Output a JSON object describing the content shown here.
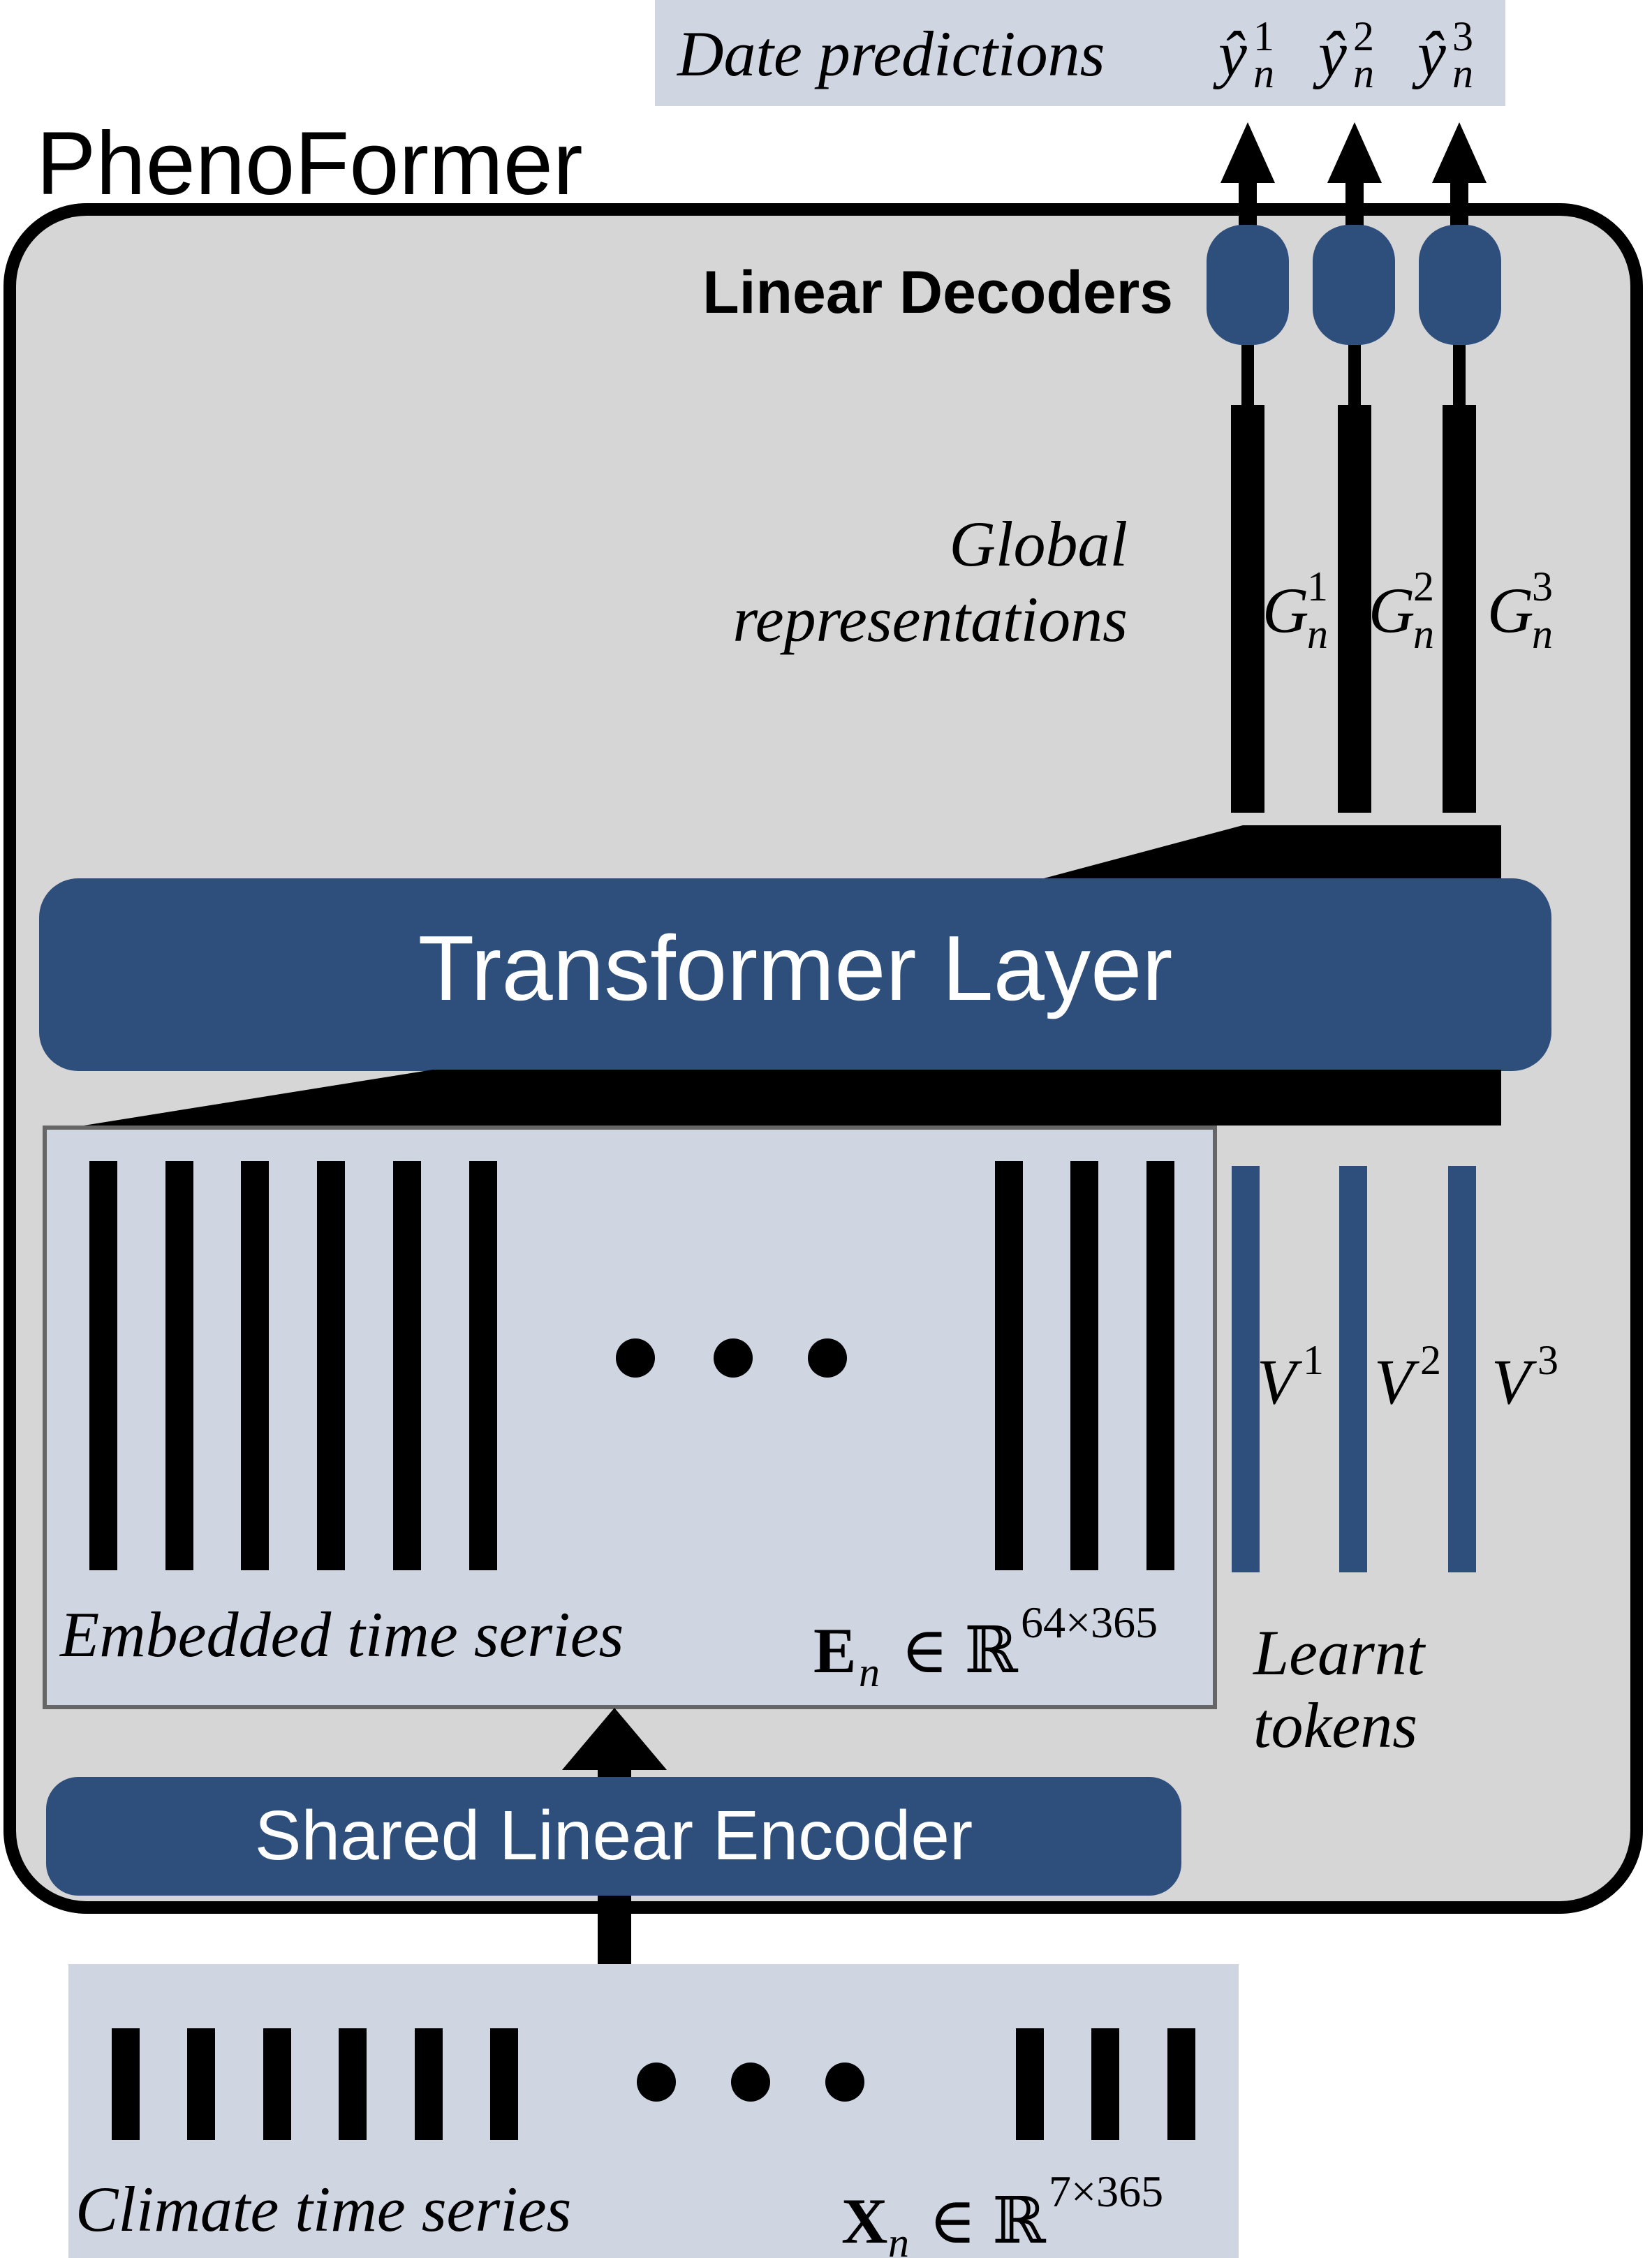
{
  "model_name": "PhenoFormer",
  "output_box": {
    "label": "Date predictions",
    "predictions": [
      {
        "base": "ŷ",
        "sub": "n",
        "sup": "1"
      },
      {
        "base": "ŷ",
        "sub": "n",
        "sup": "2"
      },
      {
        "base": "ŷ",
        "sub": "n",
        "sup": "3"
      }
    ]
  },
  "decoders": {
    "label": "Linear Decoders",
    "count": 3
  },
  "global_representations": {
    "label_line1": "Global",
    "label_line2": "representations",
    "symbols": [
      {
        "base": "G",
        "sub": "n",
        "sup": "1"
      },
      {
        "base": "G",
        "sub": "n",
        "sup": "2"
      },
      {
        "base": "G",
        "sub": "n",
        "sup": "3"
      }
    ]
  },
  "transformer": {
    "label": "Transformer Layer"
  },
  "embedded": {
    "label": "Embedded time series",
    "symbol": {
      "base": "E",
      "sub": "n",
      "set": "∈ ℝ",
      "sup": "64×365"
    },
    "ellipsis": "• • •"
  },
  "learnt_tokens": {
    "label_line1": "Learnt",
    "label_line2": "tokens",
    "symbols": [
      {
        "base": "V",
        "sup": "1"
      },
      {
        "base": "V",
        "sup": "2"
      },
      {
        "base": "V",
        "sup": "3"
      }
    ]
  },
  "encoder": {
    "label": "Shared Linear Encoder"
  },
  "climate": {
    "label": "Climate time series",
    "symbol": {
      "base": "X",
      "sub": "n",
      "set": "∈ ℝ",
      "sup": "7×365"
    },
    "ellipsis": "• • •"
  },
  "colors": {
    "navy": "#2e4e7c",
    "panel_gray": "#d6d6d6",
    "light_lavender": "#d0d5e2",
    "black": "#000000",
    "white": "#ffffff"
  }
}
